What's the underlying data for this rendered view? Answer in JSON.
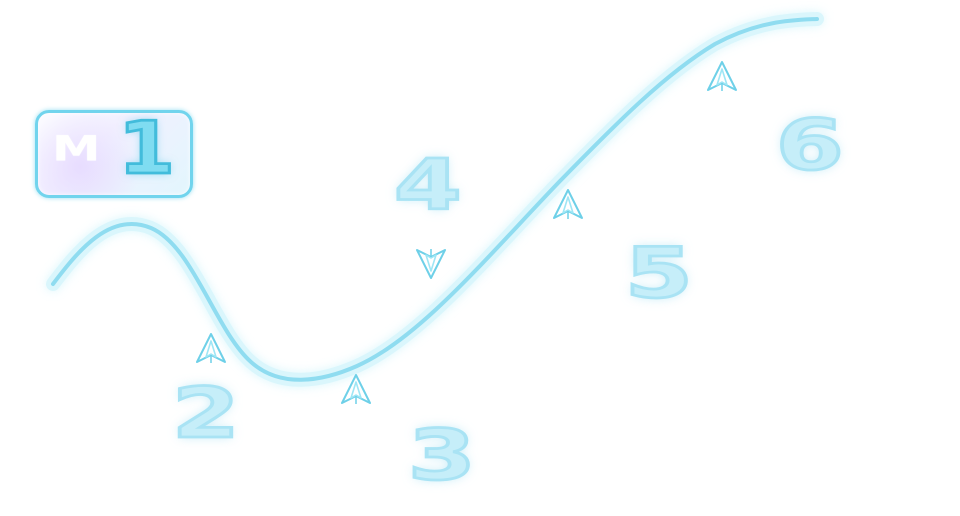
{
  "current_level": {
    "mode_letter": "M",
    "level_number": "1"
  },
  "levels": [
    {
      "number": "2"
    },
    {
      "number": "3"
    },
    {
      "number": "4"
    },
    {
      "number": "5"
    },
    {
      "number": "6"
    }
  ],
  "colors": {
    "path_glow": "#9ee6f5",
    "path_core": "#8fdcf0",
    "badge_border": "#71d4ed",
    "level_fill": "#c6eef9",
    "marker": "#6ed0e8"
  },
  "icons": {
    "marker": "ship-arrow-icon",
    "path": "level-path"
  }
}
